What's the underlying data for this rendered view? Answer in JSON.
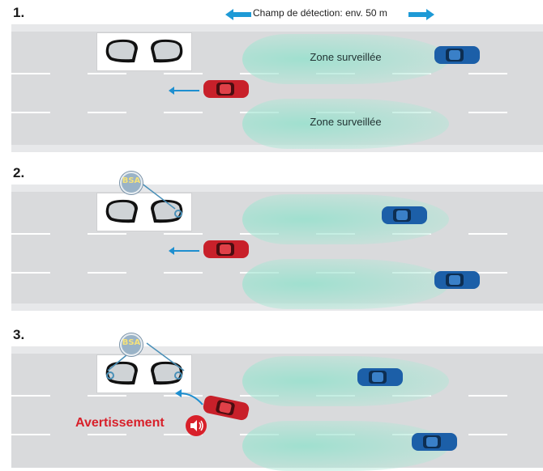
{
  "header": {
    "detection_range": "Champ de détection: env. 50 m"
  },
  "panels": [
    {
      "number": "1.",
      "zone_label_top": "Zone surveillée",
      "zone_label_bottom": "Zone surveillée"
    },
    {
      "number": "2."
    },
    {
      "number": "3.",
      "warning_label": "Avertissement"
    }
  ],
  "badge_text": "BSA",
  "colors": {
    "road": "#d9dadc",
    "zone": "#9fe0cc",
    "arrow": "#1e8fd0",
    "warning": "#d8202a",
    "own_car": "#c8202a",
    "other_car": "#1c5fa8"
  }
}
